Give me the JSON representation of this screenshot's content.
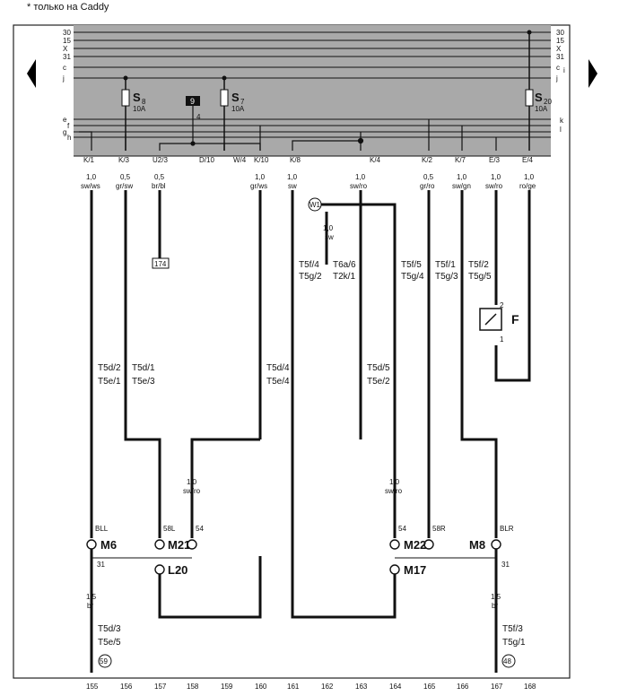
{
  "note": "* только на Caddy",
  "rails_left": [
    "30",
    "15",
    "X",
    "31",
    "c",
    "j",
    "e",
    "f",
    "g",
    "h"
  ],
  "rails_right": [
    "30",
    "15",
    "X",
    "31",
    "c",
    "i",
    "j",
    "k",
    "l"
  ],
  "fuses": [
    {
      "id": "S8",
      "main": "S",
      "sub": "8",
      "rating": "10A"
    },
    {
      "id": "S7",
      "main": "S",
      "sub": "7",
      "rating": "10A"
    },
    {
      "id": "S20",
      "main": "S",
      "sub": "20",
      "rating": "10A"
    }
  ],
  "relay_box": {
    "label": "9",
    "pin": "4"
  },
  "connectors_top": [
    "K/1",
    "K/3",
    "U2/3",
    "D/10",
    "W/4",
    "K/10",
    "K/8",
    "K/4",
    "K/2",
    "K/7",
    "E/3",
    "E/4"
  ],
  "wires": [
    {
      "size": "1,0",
      "color": "sw/ws"
    },
    {
      "size": "0,5",
      "color": "gr/sw"
    },
    {
      "size": "0,5",
      "color": "br/bl"
    },
    {
      "size": "1,0",
      "color": "gr/ws"
    },
    {
      "size": "1,0",
      "color": "sw"
    },
    {
      "size": "1,0",
      "color": "sw/ro"
    },
    {
      "size": "0,5",
      "color": "gr/ro"
    },
    {
      "size": "1,0",
      "color": "sw/gn"
    },
    {
      "size": "1,0",
      "color": "sw/ro"
    },
    {
      "size": "1,0",
      "color": "ro/ge"
    }
  ],
  "ref_174": "174",
  "w1": {
    "label": "W1",
    "size": "1,0",
    "color": "sw"
  },
  "conn_row1": [
    {
      "top": "T5f/4",
      "bot": "T5g/2"
    },
    {
      "top": "T6a/6",
      "bot": "T2k/1"
    },
    {
      "top": "T5f/5",
      "bot": "T5g/4"
    },
    {
      "top": "T5f/1",
      "bot": "T5g/3"
    },
    {
      "top": "T5f/2",
      "bot": "T5g/5"
    }
  ],
  "switch": {
    "label": "F",
    "pin_top": "2",
    "pin_bot": "1"
  },
  "conn_row2": [
    {
      "top": "T5d/2",
      "bot": "T5e/1"
    },
    {
      "top": "T5d/1",
      "bot": "T5e/3"
    },
    {
      "top": "T5d/4",
      "bot": "T5e/4"
    },
    {
      "top": "T5d/5",
      "bot": "T5e/2"
    }
  ],
  "mid_wires": [
    {
      "size": "1,0",
      "color": "sw/ro"
    },
    {
      "size": "1,0",
      "color": "sw/ro"
    }
  ],
  "lamp_pins": [
    "BLL",
    "58L",
    "54",
    "54",
    "58R",
    "BLR"
  ],
  "lamps": [
    "M6",
    "M21",
    "L20",
    "M22",
    "M8",
    "M17"
  ],
  "ground_pins": [
    "31",
    "31"
  ],
  "bottom_wires": [
    {
      "size": "1,5",
      "color": "br"
    },
    {
      "size": "1,5",
      "color": "br"
    }
  ],
  "conn_row3": [
    {
      "top": "T5d/3",
      "bot": "T5e/5"
    },
    {
      "top": "T5f/3",
      "bot": "T5g/1"
    }
  ],
  "grounds": [
    "59",
    "48"
  ],
  "columns": [
    "155",
    "156",
    "157",
    "158",
    "159",
    "160",
    "161",
    "162",
    "163",
    "164",
    "165",
    "166",
    "167",
    "168"
  ]
}
